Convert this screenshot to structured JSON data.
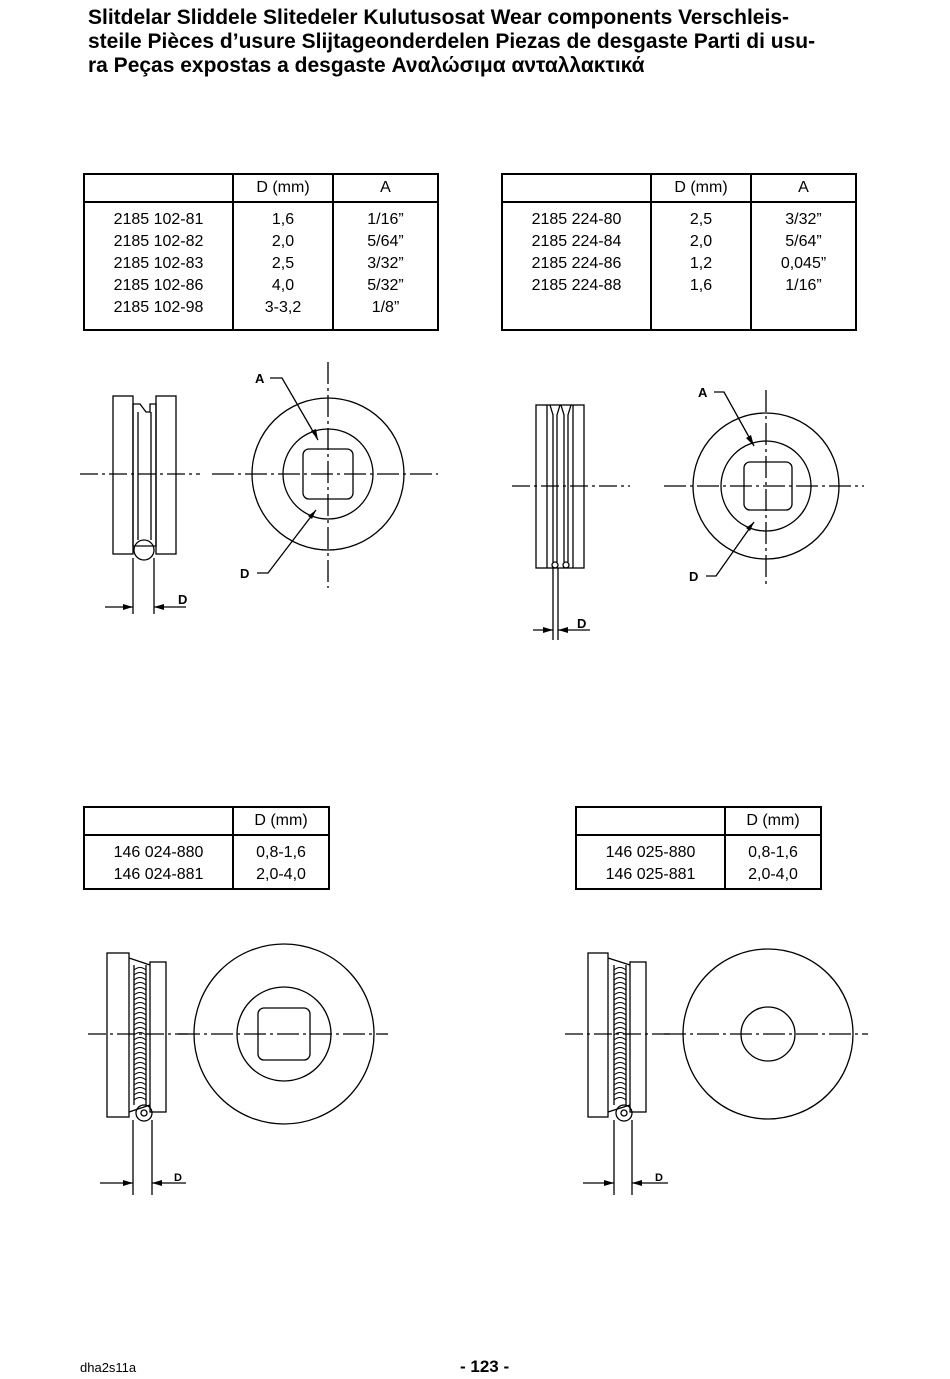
{
  "title": {
    "line1": "Slitdelar   Sliddele   Slitedeler   Kulutusosat   Wear components   Verschleis-",
    "line2": "steile   Pièces d’usure   Slijtageonderdelen   Piezas de desgaste   Parti di usu-",
    "line3": "ra   Peças expostas a desgaste   Αναλώσιμα ανταλλακτικά"
  },
  "table1": {
    "headers": [
      "",
      "D (mm)",
      "A"
    ],
    "codes": [
      "2185 102-81",
      "2185 102-82",
      "2185 102-83",
      "2185 102-86",
      "2185 102-98"
    ],
    "d": [
      "1,6",
      "2,0",
      "2,5",
      "4,0",
      "3-3,2"
    ],
    "a": [
      "1/16”",
      "5/64”",
      "3/32”",
      "5/32”",
      "1/8”"
    ]
  },
  "table2": {
    "headers": [
      "",
      "D (mm)",
      "A"
    ],
    "codes": [
      "2185 224-80",
      "2185 224-84",
      "2185 224-86",
      "2185 224-88"
    ],
    "d": [
      "2,5",
      "2,0",
      "1,2",
      "1,6"
    ],
    "a": [
      "3/32”",
      "5/64”",
      "0,045”",
      "1/16”"
    ]
  },
  "table3": {
    "headers": [
      "",
      "D (mm)"
    ],
    "codes": [
      "146 024-880",
      "146 024-881"
    ],
    "d": [
      "0,8-1,6",
      "2,0-4,0"
    ]
  },
  "table4": {
    "headers": [
      "",
      "D (mm)"
    ],
    "codes": [
      "146 025-880",
      "146 025-881"
    ],
    "d": [
      "0,8-1,6",
      "2,0-4,0"
    ]
  },
  "labels": {
    "a": "A",
    "d": "D"
  },
  "footer": {
    "doc_code": "dha2s11a",
    "page_number": "- 123 -"
  }
}
